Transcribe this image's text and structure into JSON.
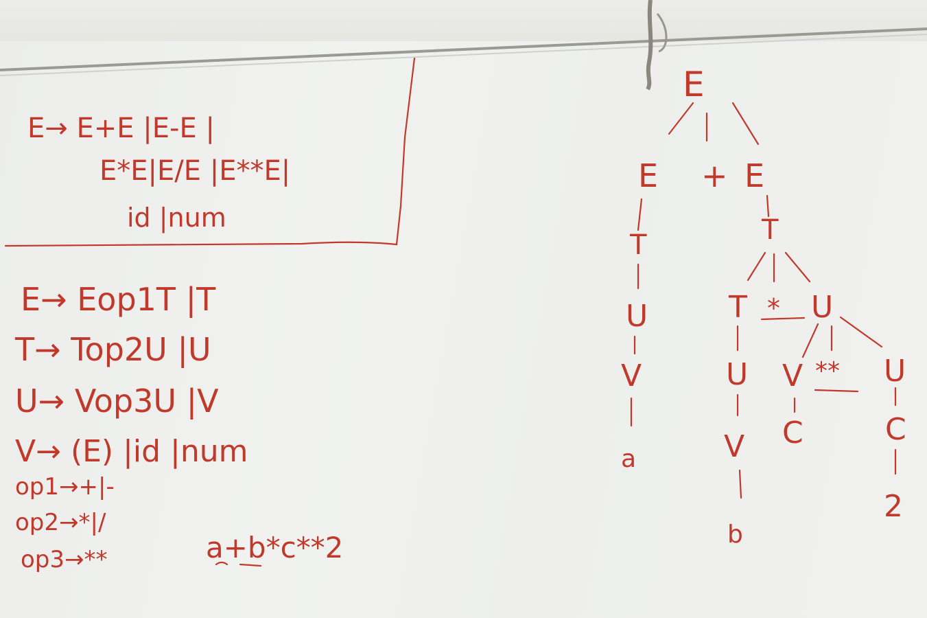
{
  "grammar_ambiguous": {
    "line1": "E→ E+E |E-E |",
    "line2": "E*E|E/E |E**E|",
    "line3": "id |num"
  },
  "grammar_unambiguous": {
    "rule_e": "E→ Eop1T |T",
    "rule_t": "T→ Top2U |U",
    "rule_u": "U→ Vop3U |V",
    "rule_v": "V→ (E) |id |num",
    "op1": "op1→+|-",
    "op2": "op2→*|/",
    "op3": "op3→**"
  },
  "expression": "a+b*c**2",
  "parse_tree": {
    "root": "E",
    "level1": [
      "E",
      "+",
      "E"
    ],
    "left_chain": [
      "T",
      "U",
      "V",
      "a"
    ],
    "right_t": "T",
    "mid": [
      "T",
      "*",
      "U"
    ],
    "mid_chain": [
      "U",
      "V",
      "b"
    ],
    "right_u": [
      "V",
      "**",
      "U"
    ],
    "leaf_c1": "C",
    "right_chain": [
      "C",
      "2"
    ]
  },
  "colors": {
    "ink": "#c0392b",
    "board": "#eeefed"
  }
}
